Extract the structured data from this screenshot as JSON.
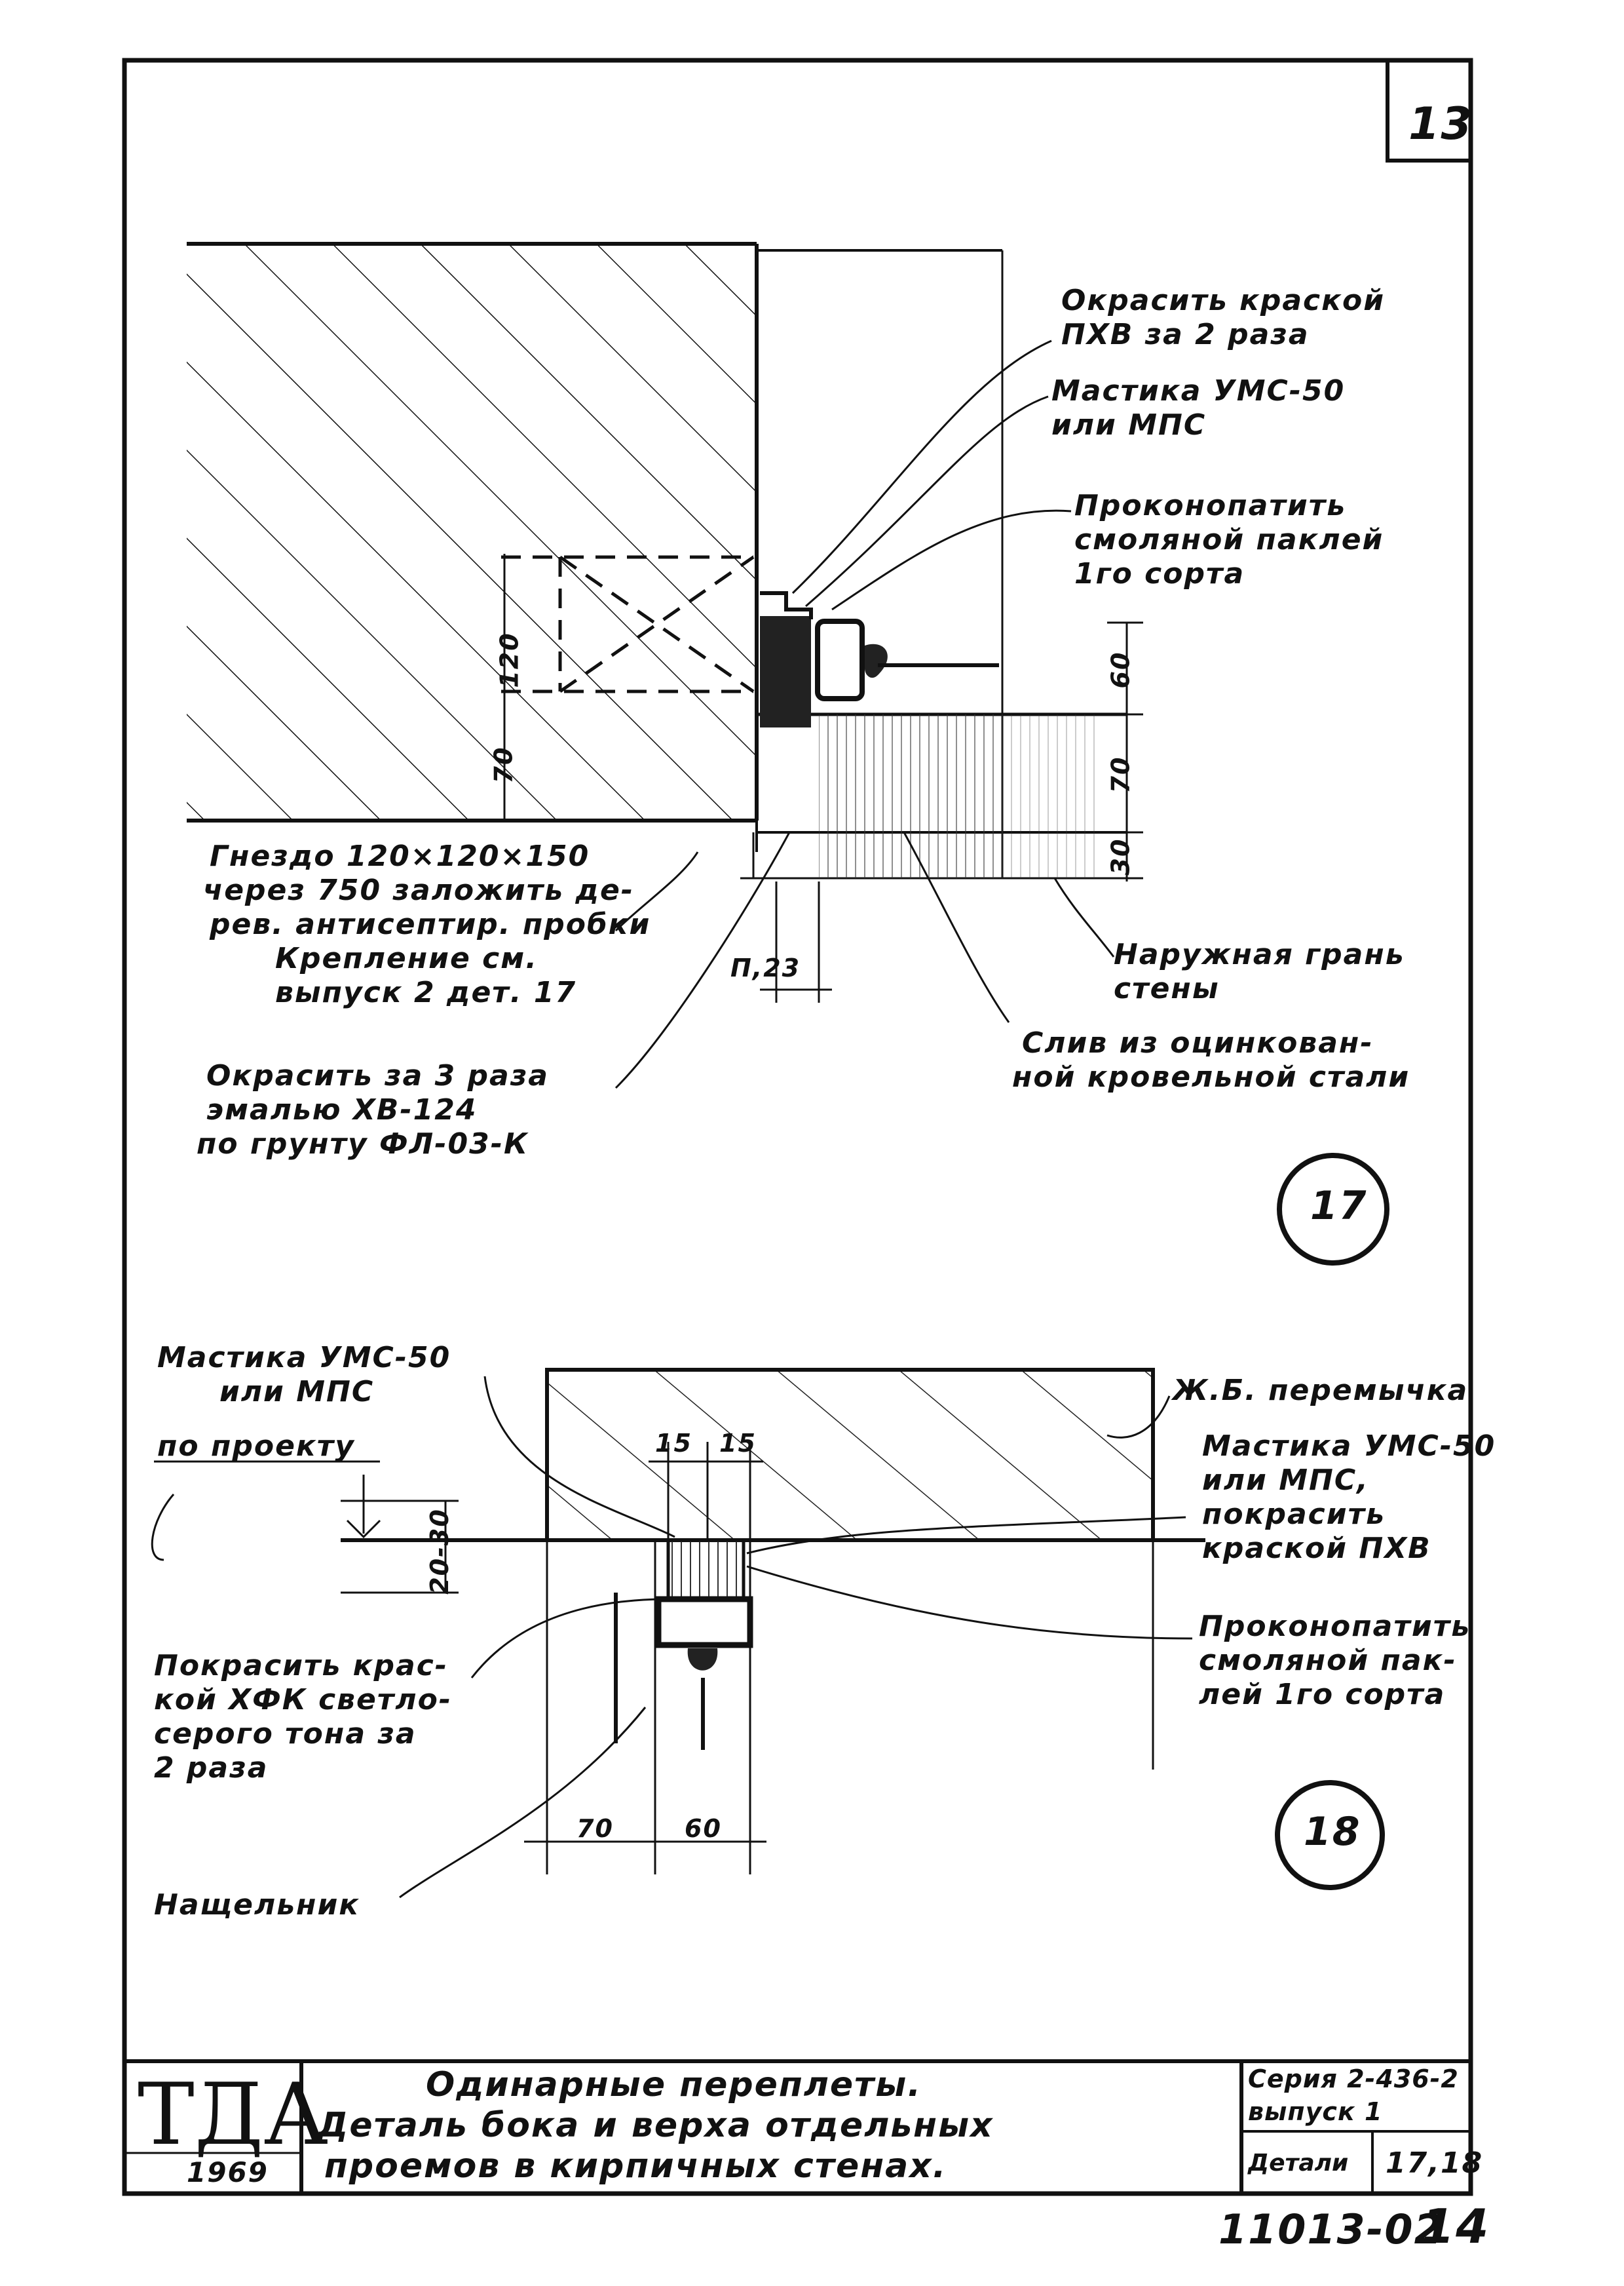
{
  "sheet": {
    "page_number": "13",
    "archive_number": "11013-02",
    "archive_page": "14"
  },
  "detail17": {
    "number": "17",
    "notes": {
      "paint_pvc_1": "Окрасить краской",
      "paint_pvc_2": "ПХВ за 2 раза",
      "mastic_1": "Мастика УМС-50",
      "mastic_2": "или МПС",
      "caulk_1": "Проконопатить",
      "caulk_2": "смоляной паклей",
      "caulk_3": "1го сорта",
      "socket_1": "Гнездо 120×120×150",
      "socket_2": "через 750 заложить де-",
      "socket_3": "рев. антисептир. пробки",
      "fixing_1": "Крепление см.",
      "fixing_2": "выпуск 2 дет. 17",
      "enamel_1": "Окрасить за 3 раза",
      "enamel_2": "эмалью ХВ-124",
      "enamel_3": "по грунту ФЛ-03-К",
      "outer_face_1": "Наружная грань",
      "outer_face_2": "стены",
      "drip_1": "Слив из оцинкован-",
      "drip_2": "ной кровельной стали"
    },
    "dims": {
      "d120": "120",
      "d70a": "70",
      "d60": "60",
      "d70b": "70",
      "d30": "30",
      "d23": "П,23"
    }
  },
  "detail18": {
    "number": "18",
    "notes": {
      "mastic_1": "Мастика УМС-50",
      "mastic_2": "или МПС",
      "by_project": "по проекту",
      "lintel": "Ж.Б. перемычка",
      "mastic_r1": "Мастика УМС-50",
      "mastic_r2": "или МПС,",
      "mastic_r3": "покрасить",
      "mastic_r4": "краской ПХВ",
      "caulk_1": "Проконопатить",
      "caulk_2": "смоляной пак-",
      "caulk_3": "лей 1го сорта",
      "paint_1": "Покрасить крас-",
      "paint_2": "кой ХФК светло-",
      "paint_3": "серого тона за",
      "paint_4": "2 раза",
      "casing": "Нащельник"
    },
    "dims": {
      "d15a": "15",
      "d15b": "15",
      "d2030": "20-30",
      "d70": "70",
      "d60": "60"
    }
  },
  "title_block": {
    "logo": "ТДА",
    "year": "1969",
    "title_1": "Одинарные   переплеты.",
    "title_2": "Деталь бока и верха отдельных",
    "title_3": "проемов в кирпичных стенах.",
    "series_1": "Серия 2-436-2",
    "series_2": "выпуск 1",
    "details_label": "Детали",
    "details_value": "17,18"
  }
}
